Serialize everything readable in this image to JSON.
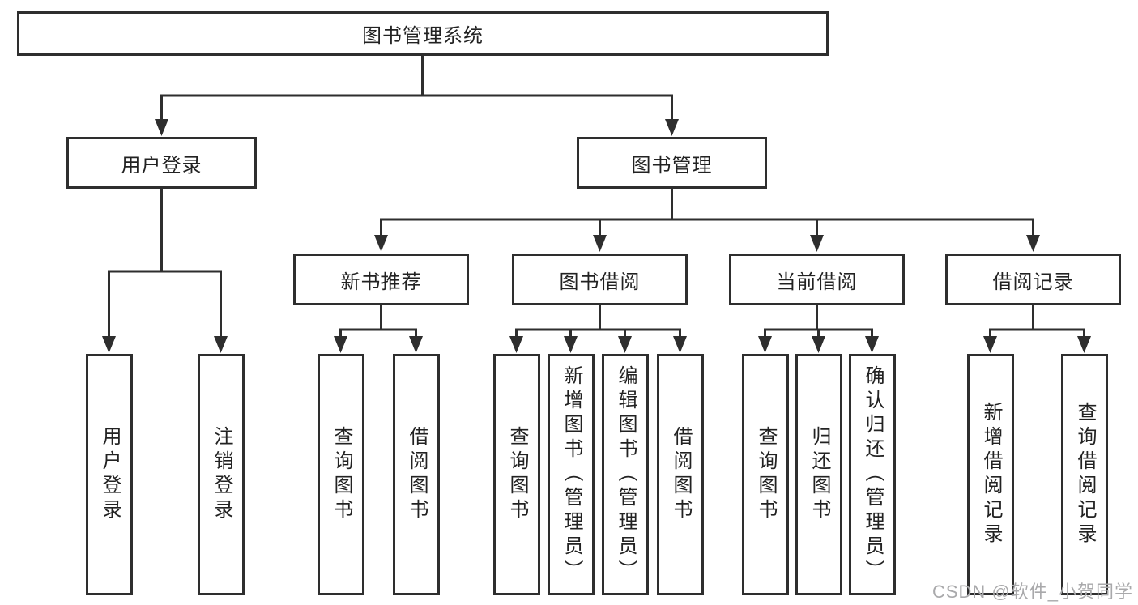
{
  "diagram": {
    "type": "hierarchy-tree",
    "colors": {
      "line": "#2e2e2e",
      "box_border": "#2e2e2e",
      "text": "#222222",
      "background": "#ffffff",
      "watermark": "#a9a9ab"
    },
    "watermark": "CSDN @软件_小贺同学",
    "tree": {
      "label": "图书管理系统",
      "children": [
        {
          "label": "用户登录",
          "children": [
            {
              "label": "用户登录"
            },
            {
              "label": "注销登录"
            }
          ]
        },
        {
          "label": "图书管理",
          "children": [
            {
              "label": "新书推荐",
              "children": [
                {
                  "label": "查询图书"
                },
                {
                  "label": "借阅图书"
                }
              ]
            },
            {
              "label": "图书借阅",
              "children": [
                {
                  "label": "查询图书"
                },
                {
                  "label": "新增图书（管理员）"
                },
                {
                  "label": "编辑图书（管理员）"
                },
                {
                  "label": "借阅图书"
                }
              ]
            },
            {
              "label": "当前借阅",
              "children": [
                {
                  "label": "查询图书"
                },
                {
                  "label": "归还图书"
                },
                {
                  "label": "确认归还（管理员）"
                }
              ]
            },
            {
              "label": "借阅记录",
              "children": [
                {
                  "label": "新增借阅记录"
                },
                {
                  "label": "查询借阅记录"
                }
              ]
            }
          ]
        }
      ]
    }
  }
}
